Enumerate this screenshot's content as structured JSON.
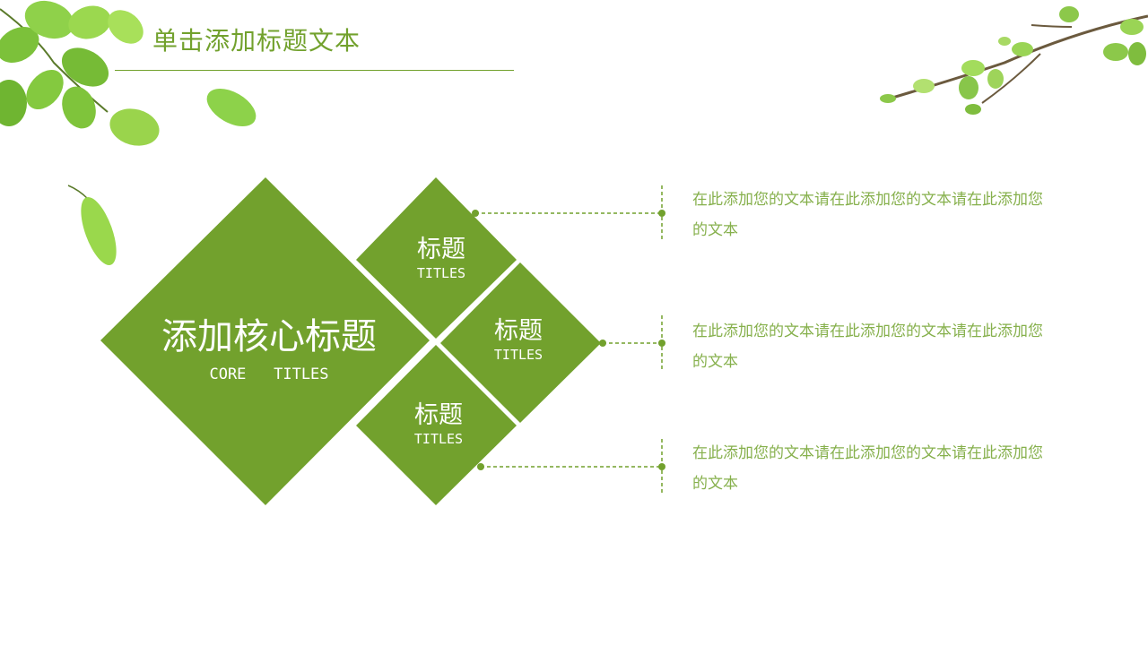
{
  "header": {
    "title": "单击添加标题文本"
  },
  "core": {
    "title": "添加核心标题",
    "subtitle": "CORE   TITLES"
  },
  "items": [
    {
      "title": "标题",
      "subtitle": "TITLES",
      "desc": "在此添加您的文本请在此添加您的文本请在此添加您的文本"
    },
    {
      "title": "标题",
      "subtitle": "TITLES",
      "desc": "在此添加您的文本请在此添加您的文本请在此添加您的文本"
    },
    {
      "title": "标题",
      "subtitle": "TITLES",
      "desc": "在此添加您的文本请在此添加您的文本请在此添加您的文本"
    }
  ],
  "colors": {
    "primary": "#72a12d",
    "leaf": "#8cc63f",
    "text": "#86b04c"
  }
}
